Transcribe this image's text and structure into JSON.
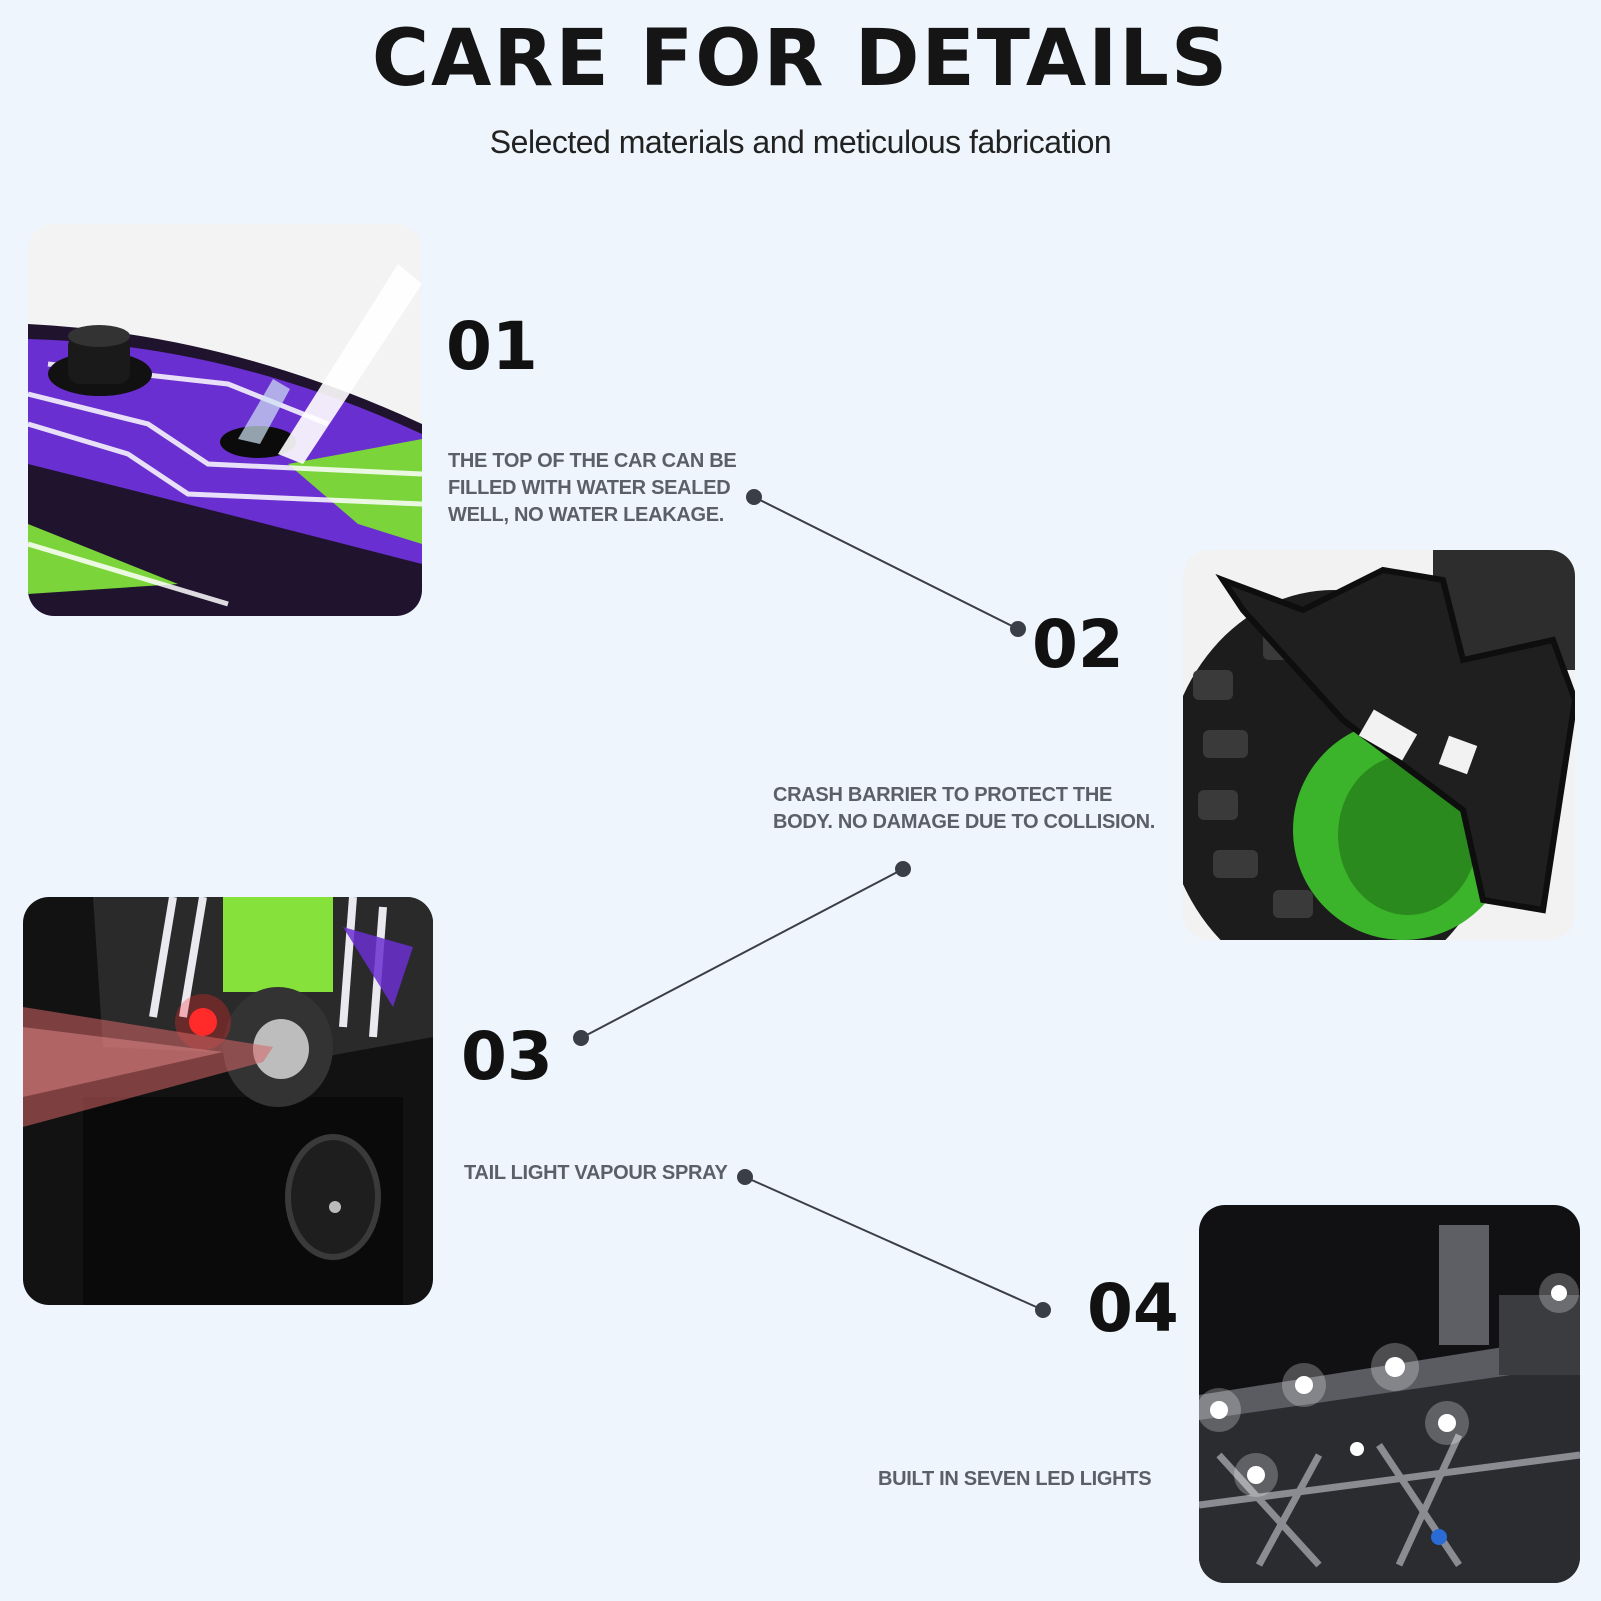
{
  "header": {
    "title": "CARE FOR DETAILS",
    "subtitle": "Selected materials and meticulous fabrication"
  },
  "features": [
    {
      "number": "01",
      "text": "THE TOP OF THE CAR CAN BE FILLED WITH WATER SEALED WELL, NO WATER LEAKAGE.",
      "photo": "water-fill-cap-photo"
    },
    {
      "number": "02",
      "text": "CRASH BARRIER TO PROTECT THE BODY. NO DAMAGE DUE TO COLLISION.",
      "photo": "crash-barrier-photo"
    },
    {
      "number": "03",
      "text": "TAIL LIGHT VAPOUR SPRAY",
      "photo": "tail-light-spray-photo"
    },
    {
      "number": "04",
      "text": "BUILT IN SEVEN LED LIGHTS",
      "photo": "led-lights-photo"
    }
  ],
  "colors": {
    "background": "#eef5fc",
    "accent_purple": "#6a2fd0",
    "accent_green": "#7ad43a",
    "text_gray": "#5b6068"
  }
}
